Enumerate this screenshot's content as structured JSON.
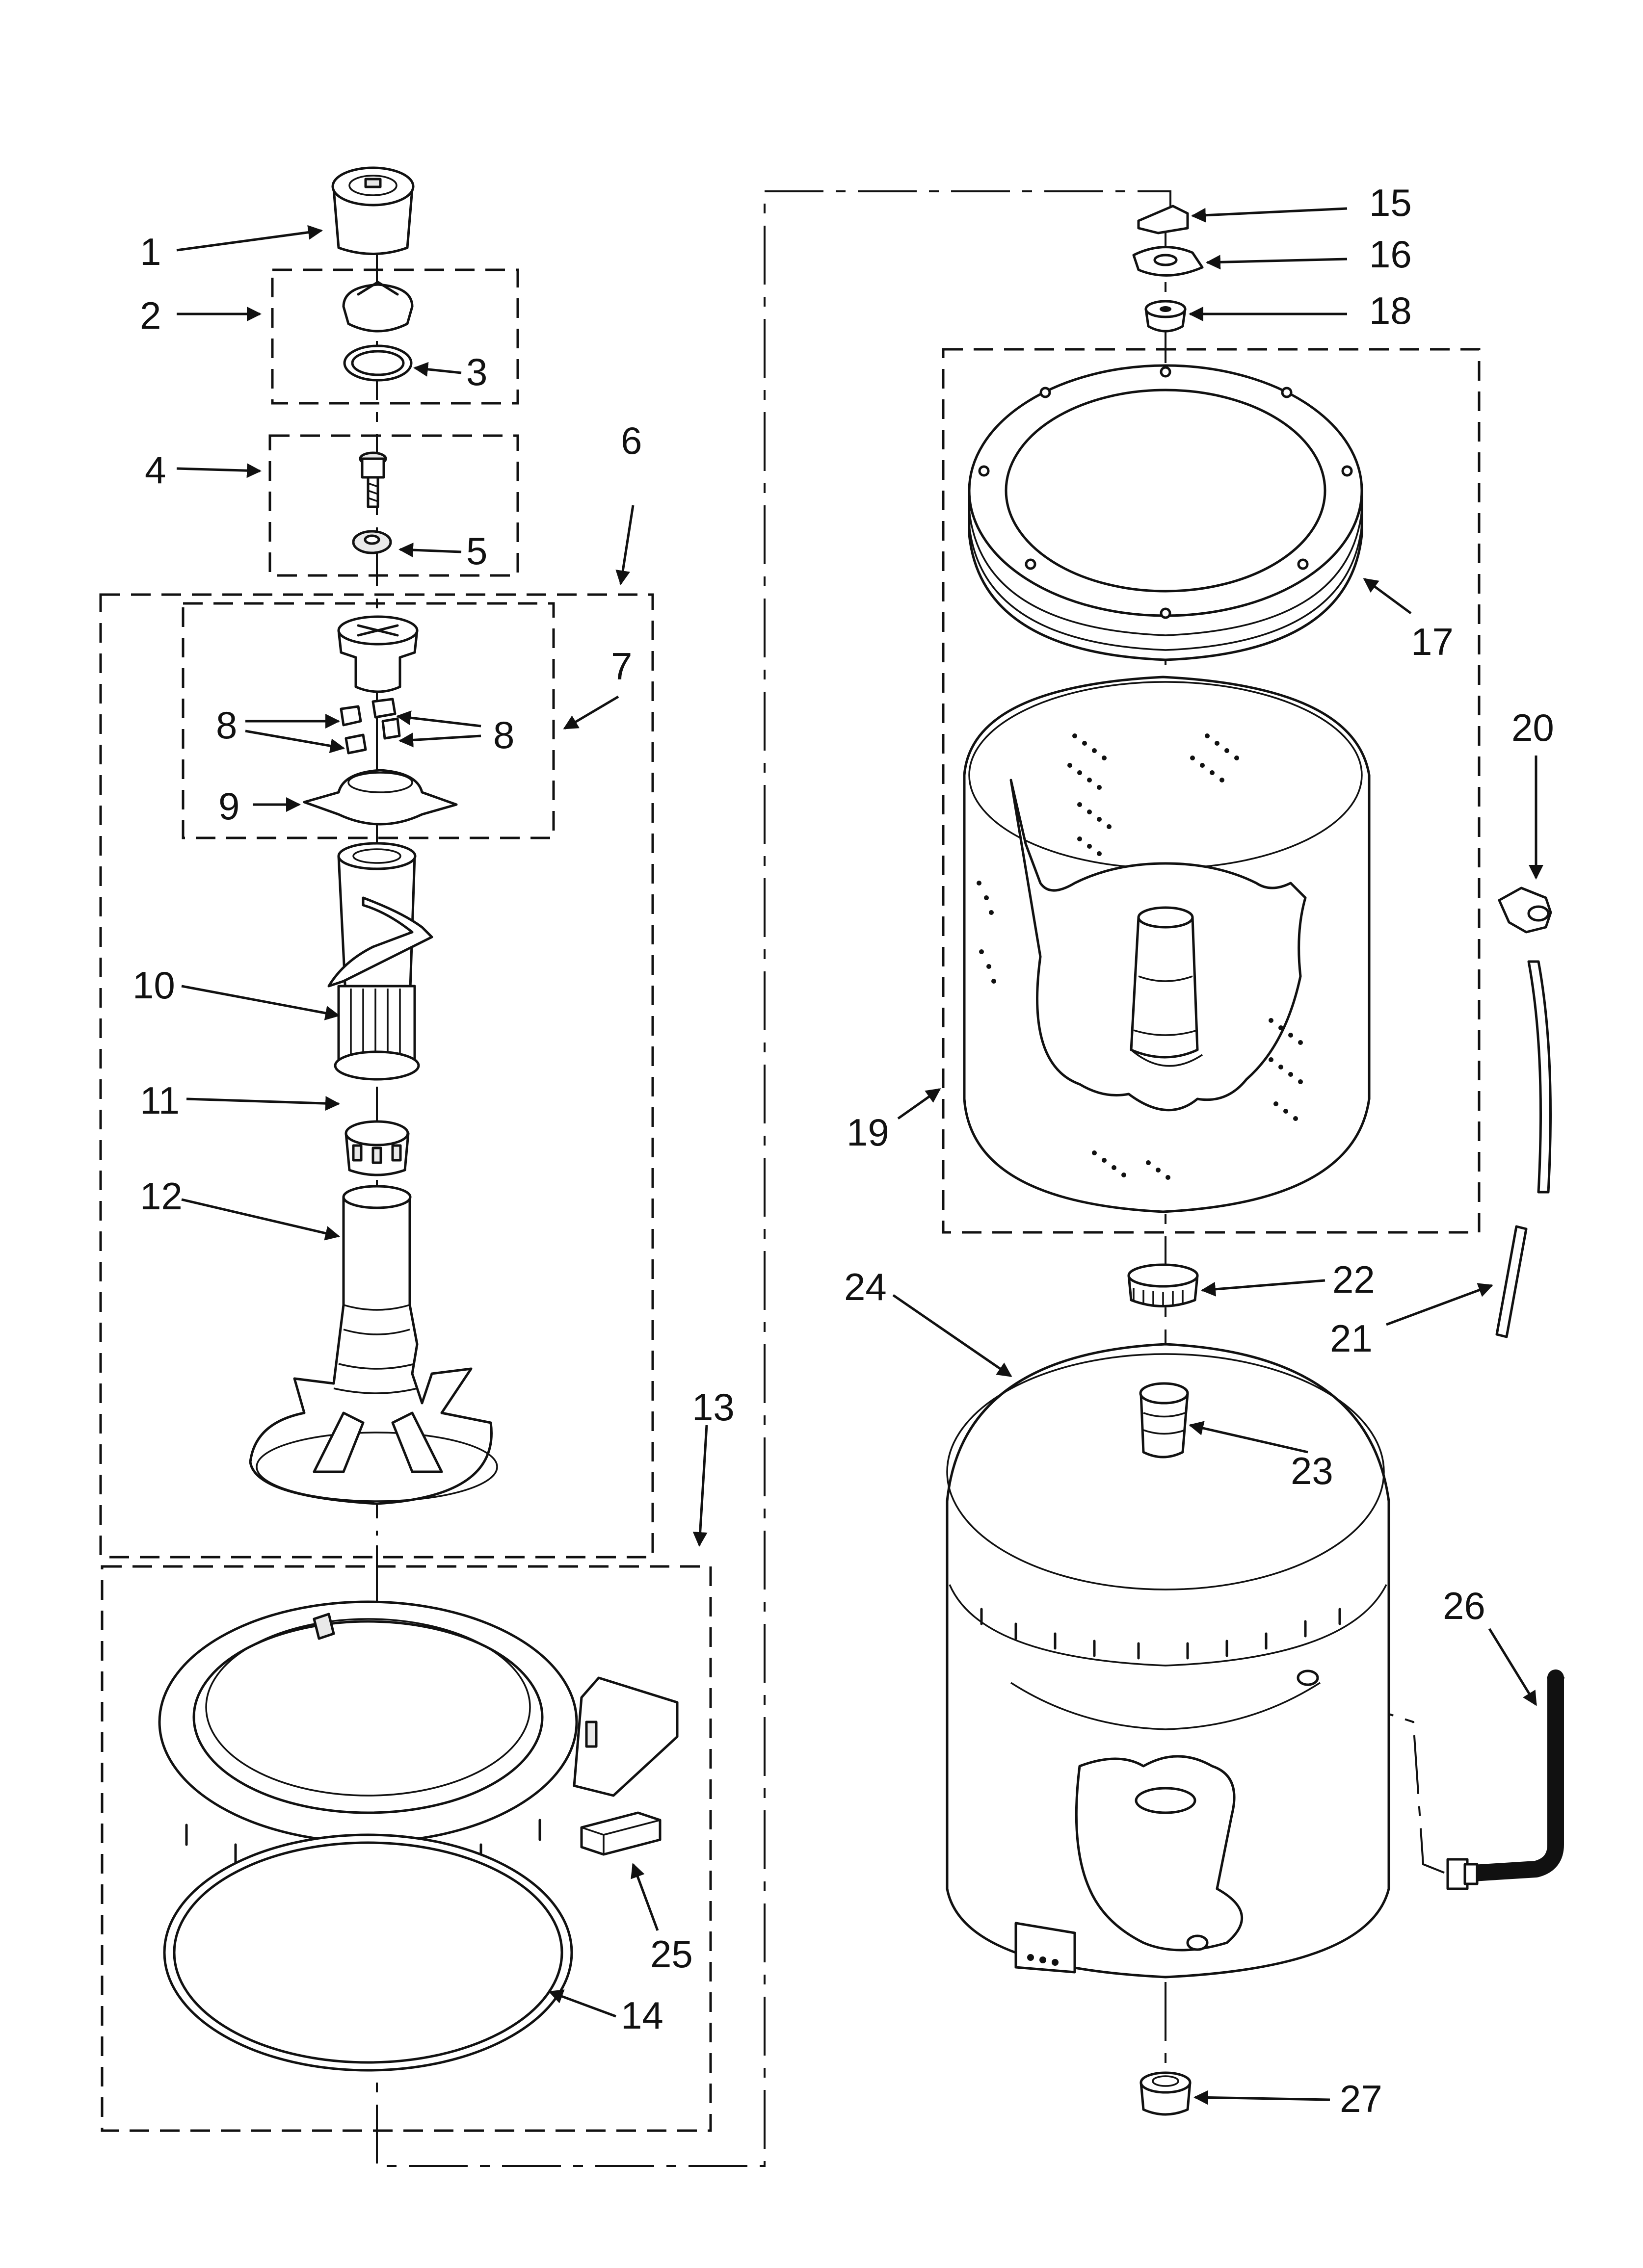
{
  "callouts": [
    {
      "id": "1",
      "label": "1"
    },
    {
      "id": "2",
      "label": "2"
    },
    {
      "id": "3",
      "label": "3"
    },
    {
      "id": "4",
      "label": "4"
    },
    {
      "id": "5",
      "label": "5"
    },
    {
      "id": "6",
      "label": "6"
    },
    {
      "id": "7",
      "label": "7"
    },
    {
      "id": "8a",
      "label": "8"
    },
    {
      "id": "8b",
      "label": "8"
    },
    {
      "id": "9",
      "label": "9"
    },
    {
      "id": "10",
      "label": "10"
    },
    {
      "id": "11",
      "label": "11"
    },
    {
      "id": "12",
      "label": "12"
    },
    {
      "id": "13",
      "label": "13"
    },
    {
      "id": "14",
      "label": "14"
    },
    {
      "id": "15",
      "label": "15"
    },
    {
      "id": "16",
      "label": "16"
    },
    {
      "id": "17",
      "label": "17"
    },
    {
      "id": "18",
      "label": "18"
    },
    {
      "id": "19",
      "label": "19"
    },
    {
      "id": "20",
      "label": "20"
    },
    {
      "id": "21",
      "label": "21"
    },
    {
      "id": "22",
      "label": "22"
    },
    {
      "id": "23",
      "label": "23"
    },
    {
      "id": "24",
      "label": "24"
    },
    {
      "id": "25",
      "label": "25"
    },
    {
      "id": "26",
      "label": "26"
    },
    {
      "id": "27",
      "label": "27"
    }
  ]
}
